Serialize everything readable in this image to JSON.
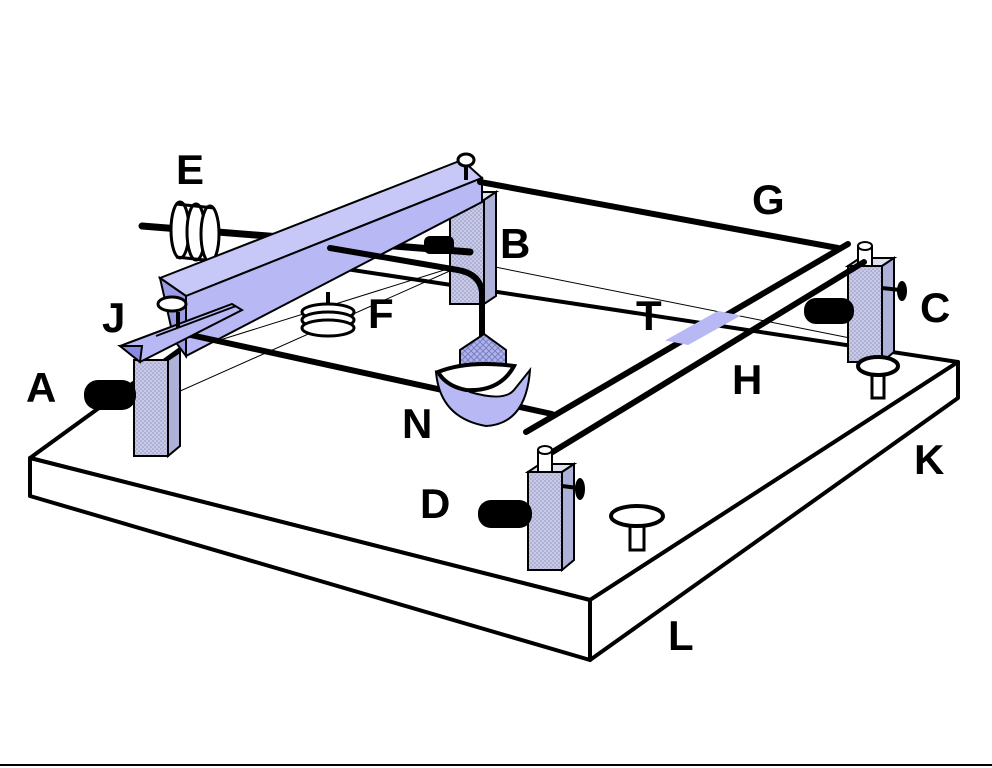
{
  "labels": {
    "a": "A",
    "b": "B",
    "c": "C",
    "d": "D",
    "e": "E",
    "f": "F",
    "g": "G",
    "h": "H",
    "j": "J",
    "k": "K",
    "l": "L",
    "n": "N",
    "t": "T"
  },
  "colors": {
    "outline": "#000000",
    "beam_fill": "#b8b8f4",
    "post_fill": "#c9cbe6",
    "weight_fill": "#b0b4ee",
    "background": "#ffffff"
  }
}
